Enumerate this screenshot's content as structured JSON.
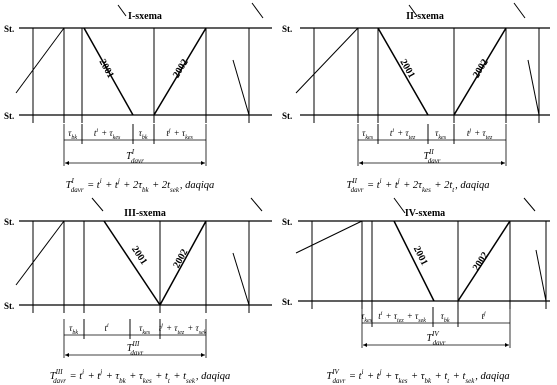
{
  "station_label": "St.",
  "train_labels": [
    "2001",
    "2002"
  ],
  "schemes": [
    {
      "title": "I-sxema",
      "intervals": [
        {
          "sym": "τ",
          "sub": "bk"
        },
        {
          "sym": "t",
          "sup": "i",
          "plus": "τ",
          "sub": "kes"
        },
        {
          "sym": "τ",
          "sub": "bk"
        },
        {
          "sym": "t",
          "sup": "j",
          "plus": "τ",
          "sub": "kes"
        }
      ],
      "period": {
        "sym": "T",
        "sup": "I",
        "sub": "davr"
      },
      "formula": "T^I_davr = t^i + t^j + 2τ_bk + 2t_sek, daqiqa"
    },
    {
      "title": "II-sxema",
      "intervals": [
        {
          "sym": "τ",
          "sub": "kes"
        },
        {
          "sym": "t",
          "sup": "i",
          "plus": "τ",
          "sub": "tez"
        },
        {
          "sym": "τ",
          "sub": "kes"
        },
        {
          "sym": "t",
          "sup": "j",
          "plus": "τ",
          "sub": "tez"
        }
      ],
      "period": {
        "sym": "T",
        "sup": "II",
        "sub": "davr"
      },
      "formula": "T^II_davr = t^i + t^j + 2τ_kes + 2t_t, daqiqa"
    },
    {
      "title": "III-sxema",
      "intervals": [
        {
          "sym": "τ",
          "sub": "bk"
        },
        {
          "sym": "t",
          "sup": "i"
        },
        {
          "sym": "τ",
          "sub": "kes"
        },
        {
          "sym": "t",
          "sup": "j",
          "plus": "τ",
          "sub": "tez",
          "plus2": "τ",
          "sub2": "sek"
        }
      ],
      "period": {
        "sym": "T",
        "sup": "III",
        "sub": "davr"
      },
      "formula": "T^III_davr = t^i + t^j + τ_bk + τ_kes + t_t + t_sek, daqiqa"
    },
    {
      "title": "IV-sxema",
      "intervals": [
        {
          "sym": "τ",
          "sub": "kes"
        },
        {
          "sym": "t",
          "sup": "i",
          "plus": "τ",
          "sub": "tez",
          "plus2": "τ",
          "sub2": "sek"
        },
        {
          "sym": "τ",
          "sub": "bk"
        },
        {
          "sym": "t",
          "sup": "j"
        }
      ],
      "period": {
        "sym": "T",
        "sup": "IV",
        "sub": "davr"
      },
      "formula": "T^IV_davr = t^i + t^j + τ_kes + τ_bk + t_t + t_sek, daqiqa"
    }
  ]
}
